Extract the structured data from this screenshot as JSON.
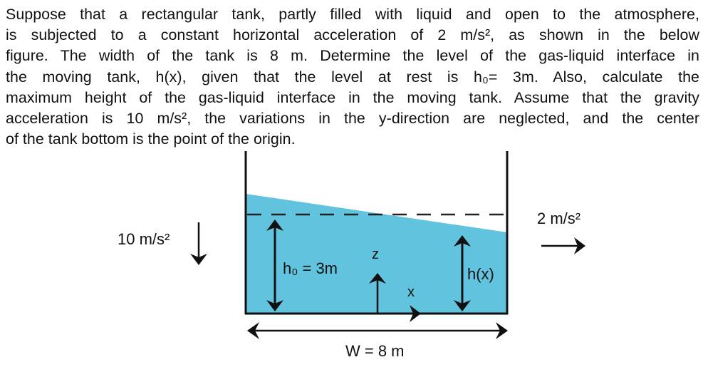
{
  "problem": {
    "lines": [
      "Suppose that a rectangular tank, partly filled with liquid and open to the atmosphere,",
      "is subjected to a constant horizontal acceleration of 2 m/s², as shown in the below",
      "figure. The width of the tank is 8 m. Determine the level of the gas-liquid interface in",
      "the moving tank, h(x), given that the level at rest is h₀= 3m. Also, calculate the",
      "maximum height of the gas-liquid interface in the moving tank. Assume that the gravity",
      "acceleration is 10 m/s², the variations in the y-direction are neglected, and the center",
      "of the tank bottom is the point of the origin."
    ]
  },
  "figure": {
    "gravity_label": "10 m/s²",
    "acceleration_label": "2 m/s²",
    "rest_height_label": "h₀ = 3m",
    "z_axis_label": "z",
    "x_axis_label": "x",
    "height_function_label": "h(x)",
    "width_label": "W = 8 m",
    "colors": {
      "liquid": "#62c3df",
      "outline": "#111111"
    }
  }
}
